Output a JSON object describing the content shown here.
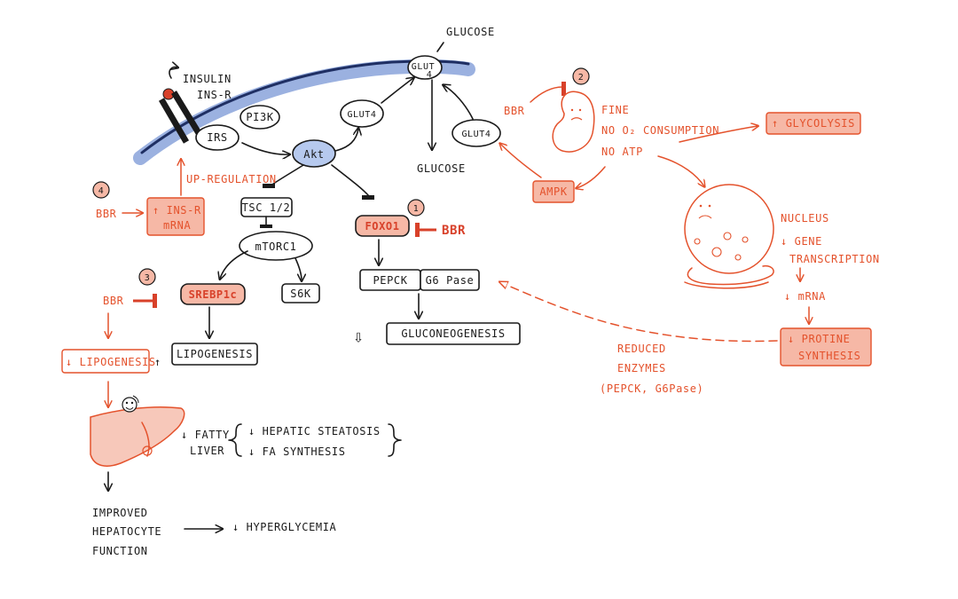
{
  "membrane": {
    "insulin": "INSULIN",
    "ins_r": "INS-R",
    "irs": "IRS",
    "pi3k": "PI3K",
    "glut_membrane": "GLUT",
    "glut_membrane_sub": "4",
    "glucose_out": "GLUCOSE"
  },
  "pathway": {
    "akt": "Akt",
    "glut4_left": "GLUT4",
    "glut4_right": "GLUT4",
    "glucose_in": "GLUCOSE",
    "tsc": "TSC 1/2",
    "mtorc1": "mTORC1",
    "srebp": "SREBP1c",
    "s6k": "S6K",
    "lipogenesis": "LIPOGENESIS",
    "foxo1": "FOXO1",
    "pepck": "PEPCK",
    "g6pase": "G6 Pase",
    "gluconeogenesis": "GLUCONEOGENESIS",
    "hollow_arrow": "⇩"
  },
  "berberine": {
    "bbr_1": "BBR",
    "bbr_2": "BBR",
    "bbr_3": "BBR",
    "bbr_4": "BBR",
    "num_1": "1",
    "num_2": "2",
    "num_3": "3",
    "num_4": "4",
    "up_regulation": "UP-REGULATION",
    "ins_r_mrna_line1": "↑ INS-R",
    "ins_r_mrna_line2": "mRNA",
    "lipo_down": "↓ LIPOGENESIS",
    "lipo_up": "↑"
  },
  "mito": {
    "fine": "FINE",
    "no_o2": "NO O₂ CONSUMPTION",
    "no_atp": "NO ATP",
    "ampk": "AMPK",
    "glycolysis": "↑ GLYCOLYSIS",
    "nucleus": "NUCLEUS",
    "gene1": "↓ GENE",
    "gene2": "TRANSCRIPTION",
    "mrna": "↓ mRNA",
    "protine1": "↓ PROTINE",
    "protine2": "SYNTHESIS",
    "reduced1": "REDUCED",
    "reduced2": "ENZYMES",
    "reduced3": "(PEPCK, G6Pase)"
  },
  "liver": {
    "fatty": "↓ FATTY",
    "liver_word": "LIVER",
    "steatosis": "↓ HEPATIC STEATOSIS",
    "fa_synth": "↓ FA SYNTHESIS",
    "improved": "IMPROVED",
    "hepatocyte": "HEPATOCYTE",
    "function": "FUNCTION",
    "hyperglycemia": "↓ HYPERGLYCEMIA"
  },
  "colors": {
    "ink": "#1a1a1a",
    "accent_red": "#e4522c",
    "red_fill": "#f6b8a6",
    "membrane_blue": "#5d6fa8",
    "akt_fill": "#b6c9ee"
  }
}
